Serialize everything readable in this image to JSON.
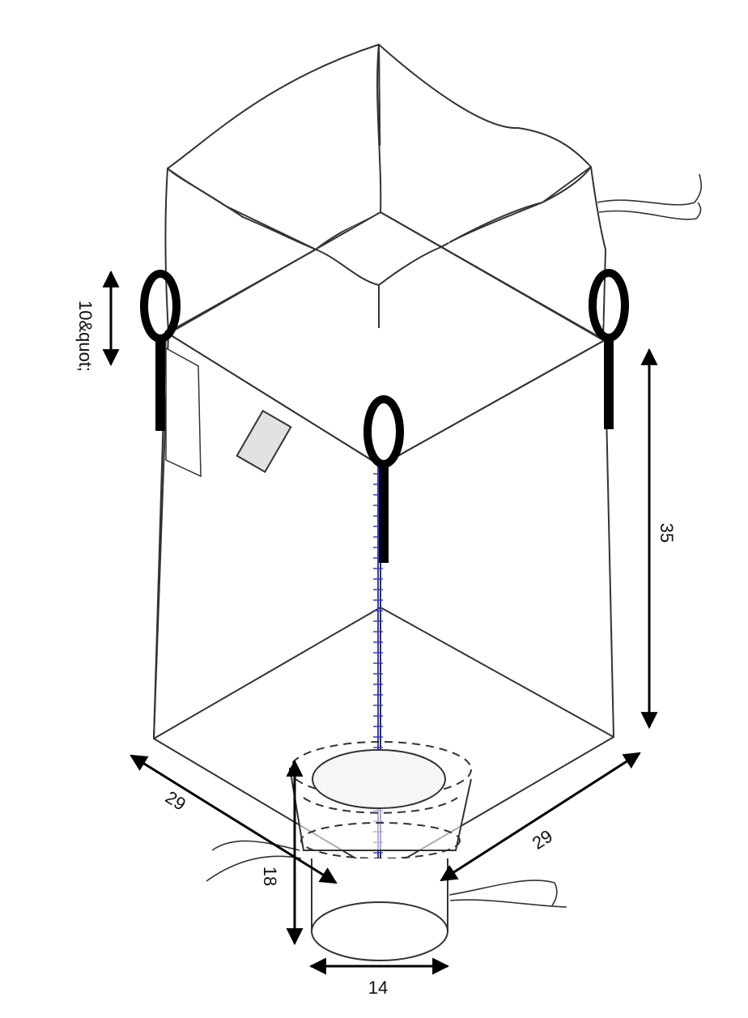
{
  "dimensions": {
    "loop_height": "10&quot;",
    "body_height": "35",
    "width_left": "29",
    "width_right": "29",
    "spout_height": "18",
    "spout_diameter": "14"
  }
}
